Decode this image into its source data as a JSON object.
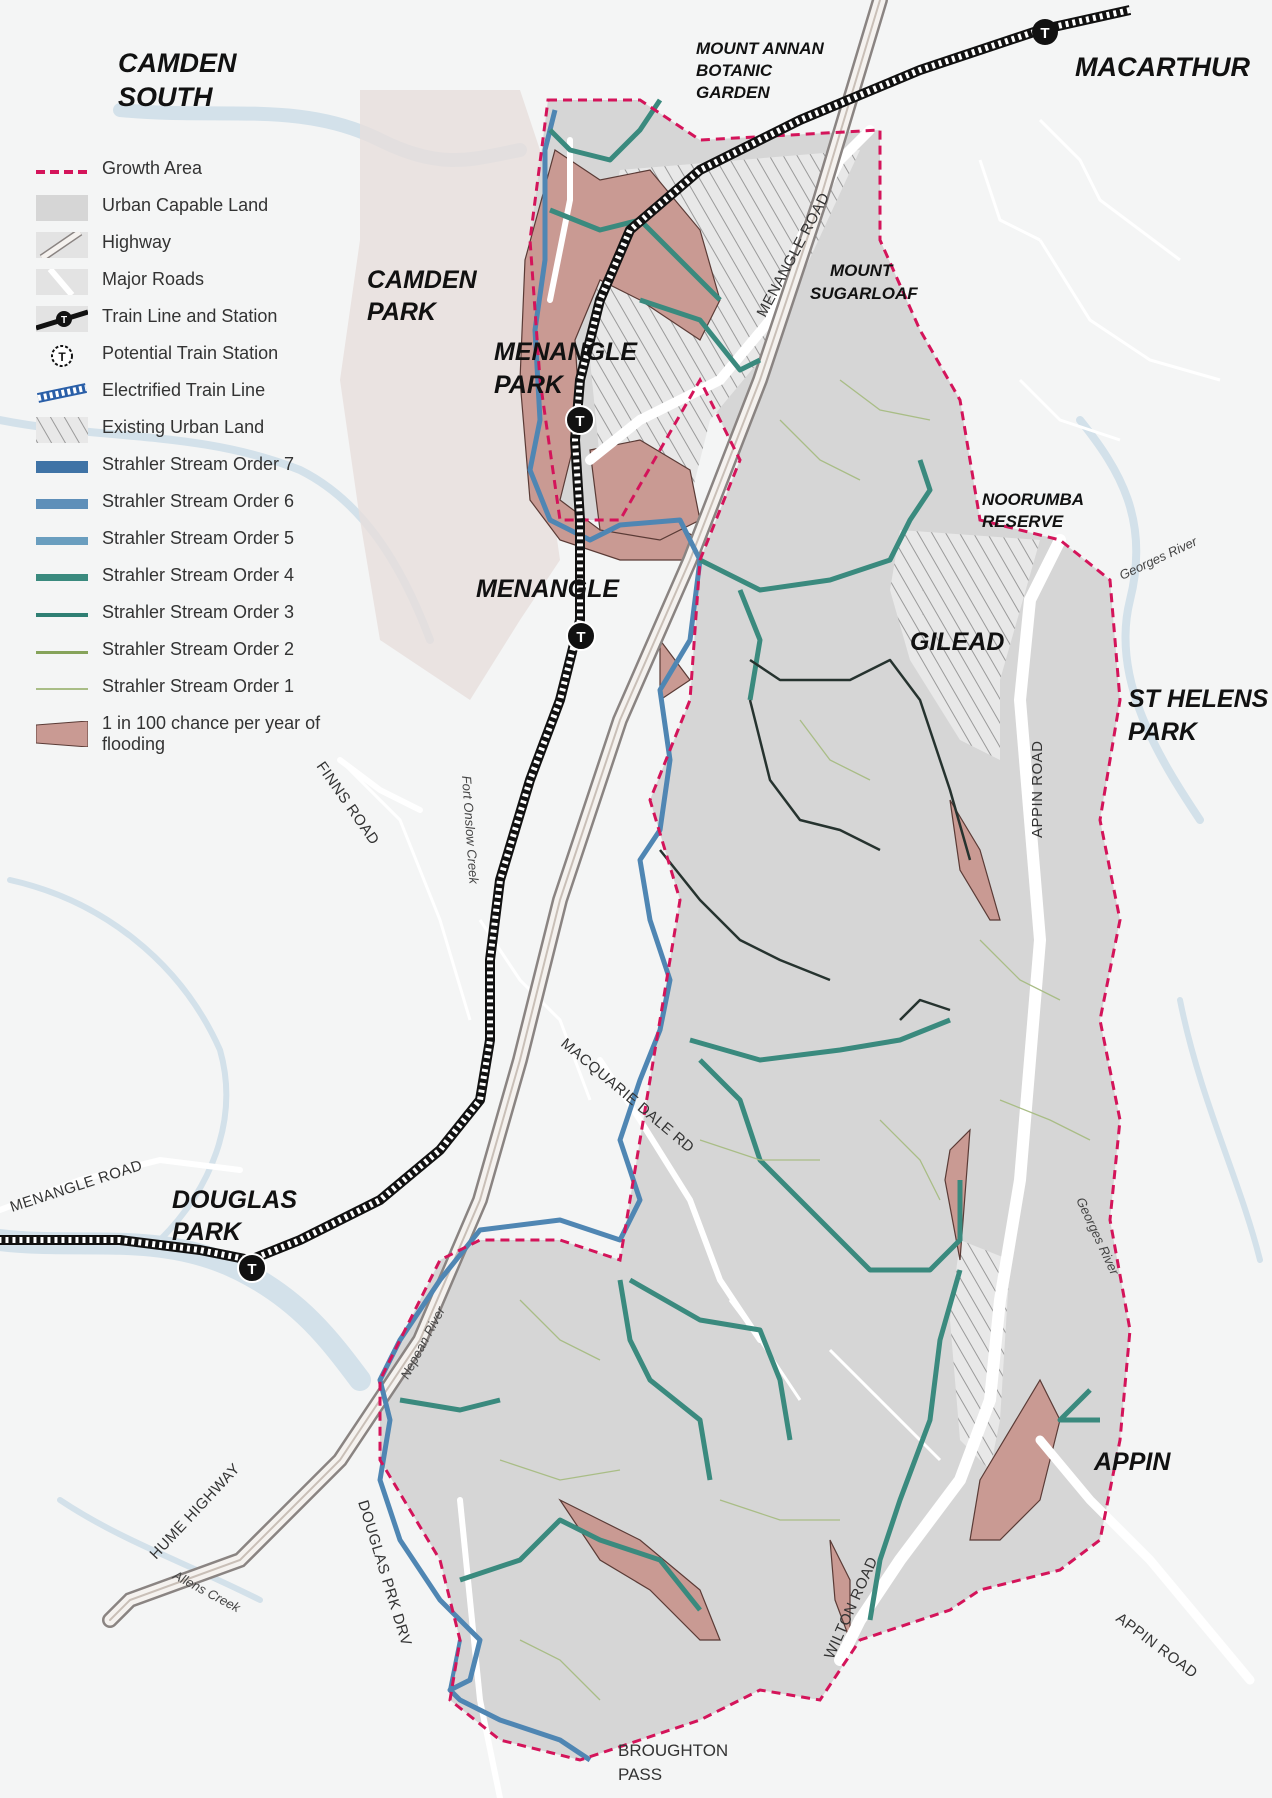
{
  "map": {
    "places": {
      "camden_south": [
        "CAMDEN",
        "SOUTH"
      ],
      "mount_annan": [
        "MOUNT ANNAN",
        "BOTANIC",
        "GARDEN"
      ],
      "macarthur": "MACARTHUR",
      "camden_park": [
        "CAMDEN",
        "PARK"
      ],
      "mount_sugarloaf": [
        "MOUNT",
        "SUGARLOAF"
      ],
      "menangle_park": [
        "MENANGLE",
        "PARK"
      ],
      "noorumba_reserve": [
        "NOORUMBA",
        "RESERVE"
      ],
      "menangle": "MENANGLE",
      "gilead": "GILEAD",
      "st_helens_park": [
        "ST HELENS",
        "PARK"
      ],
      "douglas_park": [
        "DOUGLAS",
        "PARK"
      ],
      "appin": "APPIN",
      "broughton_pass": [
        "BROUGHTON",
        "PASS"
      ]
    },
    "roads": {
      "menangle_road_north": "MENANGLE ROAD",
      "finns_road": "FINNS ROAD",
      "appin_road": "APPIN ROAD",
      "macquarie_dale_rd": "MACQUARIE DALE RD",
      "menangle_road_west": "MENANGLE ROAD",
      "hume_highway": "HUME HIGHWAY",
      "douglas_park_drv": "DOUGLAS PRK DRV",
      "wilton_road": "WILTON ROAD",
      "appin_road_south": "APPIN ROAD"
    },
    "waterways": {
      "georges_river_north": "Georges River",
      "georges_river_south": "Georges River",
      "fort_onslow_creek": "Fort Onslow Creek",
      "nepean_river": "Nepean River",
      "allens_creek": "Allens Creek"
    }
  },
  "legend": {
    "items": [
      {
        "label": "Growth Area",
        "swatch": "dash",
        "color": "#d4145a"
      },
      {
        "label": "Urban Capable Land",
        "swatch": "fill",
        "color": "#d6d6d6"
      },
      {
        "label": "Highway",
        "swatch": "highway",
        "color": "#c9bfb7"
      },
      {
        "label": "Major Roads",
        "swatch": "road",
        "color": "#ffffff"
      },
      {
        "label": "Train Line and Station",
        "swatch": "train",
        "color": "#111111"
      },
      {
        "label": "Potential Train Station",
        "swatch": "potential",
        "color": "#111111"
      },
      {
        "label": "Electrified Train Line",
        "swatch": "electrified",
        "color": "#2a5fa8"
      },
      {
        "label": "Existing Urban Land",
        "swatch": "hatch",
        "color": "#9a9a9a"
      },
      {
        "label": "Strahler Stream Order 7",
        "swatch": "bar",
        "color": "#3f73a6"
      },
      {
        "label": "Strahler Stream Order 6",
        "swatch": "bar",
        "color": "#5e8fb9"
      },
      {
        "label": "Strahler Stream Order 5",
        "swatch": "bar",
        "color": "#6a9ebf"
      },
      {
        "label": "Strahler Stream Order 4",
        "swatch": "bar",
        "color": "#3a8a7e"
      },
      {
        "label": "Strahler Stream Order 3",
        "swatch": "thin",
        "color": "#2f7f73"
      },
      {
        "label": "Strahler Stream Order 2",
        "swatch": "line2",
        "color": "#86a35a"
      },
      {
        "label": "Strahler Stream Order 1",
        "swatch": "line1",
        "color": "#a9bd86"
      },
      {
        "label": "1 in 100 chance per year of flooding",
        "swatch": "flood",
        "color": "#c99a93"
      }
    ]
  },
  "colors": {
    "background": "#f4f5f5",
    "urban_capable": "#d6d6d6",
    "flood": "#c99a93",
    "growth_boundary": "#d4145a",
    "stream_major": "#4f86b3",
    "stream_mid": "#3a8a7e",
    "rail": "#111111"
  }
}
